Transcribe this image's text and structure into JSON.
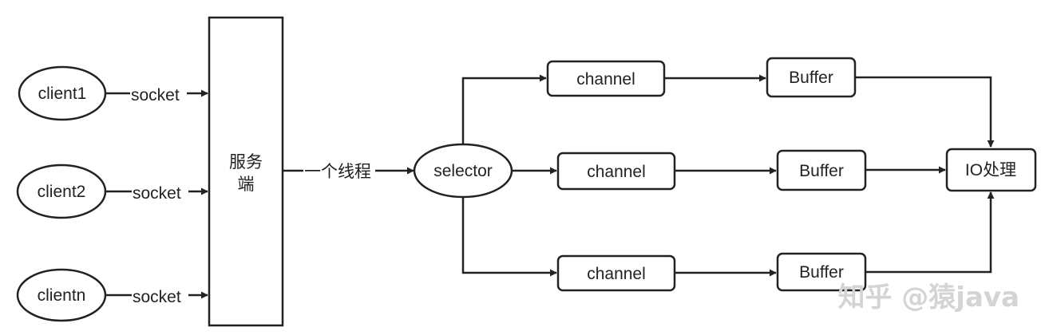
{
  "clients": [
    "client1",
    "client2",
    "clientn"
  ],
  "socket_label": "socket",
  "server": {
    "line1": "服务",
    "line2": "端"
  },
  "thread_label": "一个线程",
  "selector": "selector",
  "channel": "channel",
  "buffer": "Buffer",
  "io": "IO处理",
  "watermark": "知乎 @猿java",
  "colors": {
    "stroke": "#222222",
    "background": "#ffffff",
    "watermark": "#d4d4d4"
  }
}
